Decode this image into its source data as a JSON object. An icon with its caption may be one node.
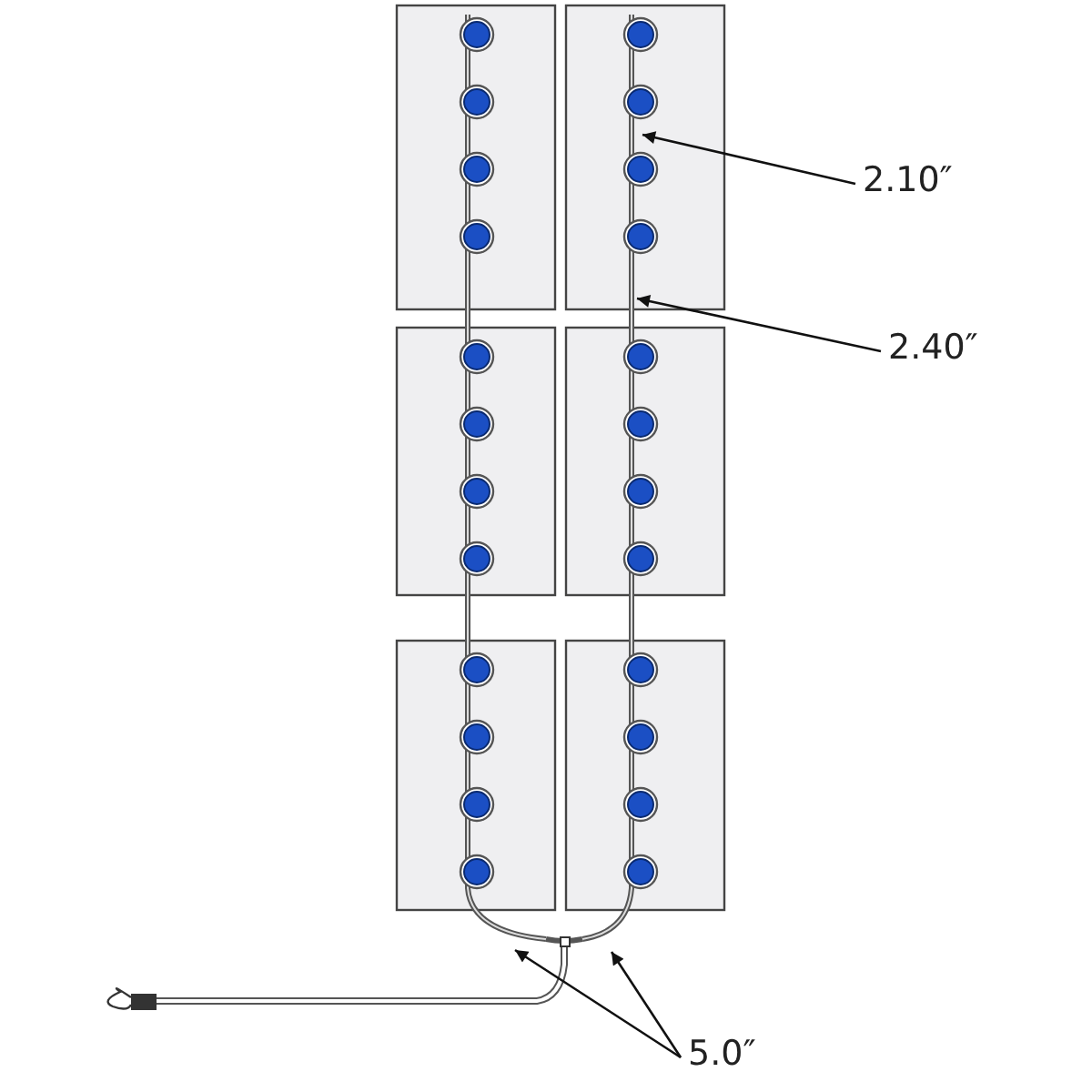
{
  "diagram": {
    "nodes": [
      {
        "text": [
          "2.10″"
        ]
      },
      {
        "text": [
          "2.40″"
        ]
      },
      {
        "text": [
          "5.0″"
        ]
      }
    ],
    "edges": [
      {
        "from": 0,
        "to": null,
        "arrow": "to"
      },
      {
        "from": 1,
        "to": null,
        "arrow": "to"
      },
      {
        "from": 2,
        "to": null,
        "arrow": "to"
      },
      {
        "from": 2,
        "to": null,
        "arrow": "to"
      }
    ]
  }
}
